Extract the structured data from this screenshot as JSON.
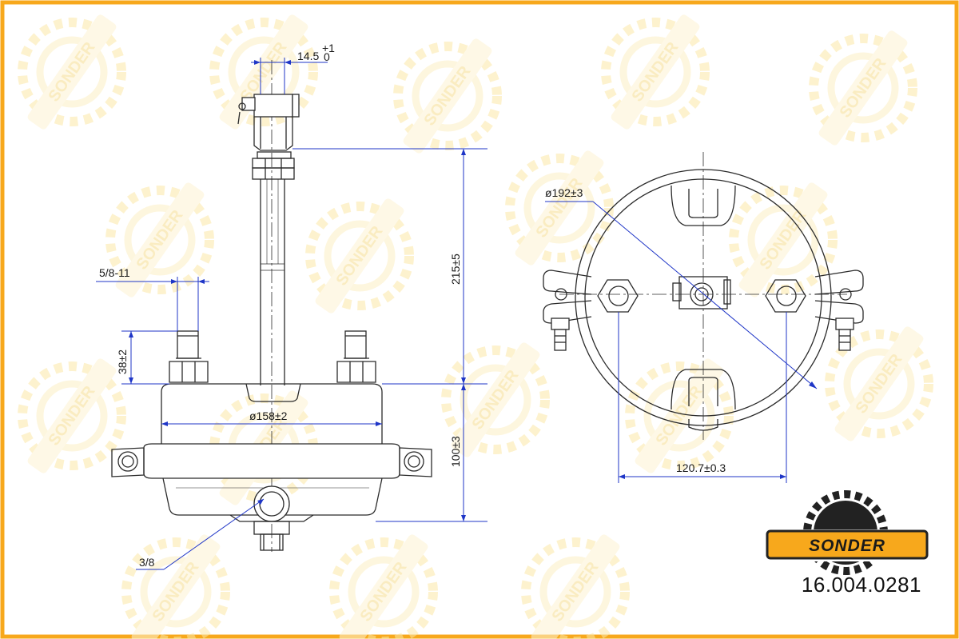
{
  "frame": {
    "border_color": "#f7a81c"
  },
  "colors": {
    "line": "#2b2b2b",
    "dimension": "#1f36c7",
    "logo_orange": "#f7a81c",
    "logo_dark": "#222222",
    "watermark": "#fbe7a6"
  },
  "brand": {
    "logo_text": "SONDER",
    "logo_icon": "gear-icon",
    "watermark_text": "SONDER"
  },
  "part_number": "16.004.0281",
  "side_view": {
    "dims": {
      "clevis_width": "14.5",
      "clevis_tol_upper": "+1",
      "clevis_tol_lower": "0",
      "thread": "5/8-11",
      "stud_length": "38±2",
      "body_diameter": "ø158±2",
      "total_height": "215±5",
      "body_height": "100±3",
      "port": "3/8"
    }
  },
  "top_view": {
    "dims": {
      "clamp_diameter": "ø192±3",
      "stud_spacing": "120.7±0.3"
    }
  }
}
